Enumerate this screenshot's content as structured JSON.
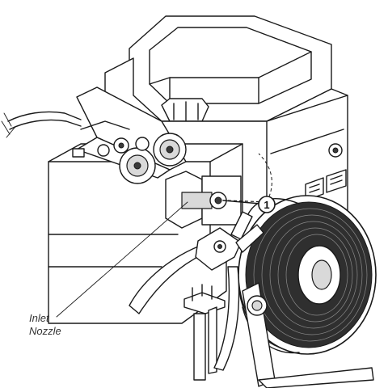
{
  "labels": {
    "inlet_line1": "Inlet",
    "inlet_line2": "Nozzle",
    "callout_number": "1"
  },
  "colors": {
    "line": "#1a1a1a",
    "paper": "#ffffff",
    "spool_dark": "#3a3a3a"
  },
  "parts": [
    "wire-feeder-unit",
    "feed-rollers",
    "inlet-nozzle",
    "wire-spool",
    "side-cutters",
    "spool-holder",
    "ethernet-ports"
  ]
}
